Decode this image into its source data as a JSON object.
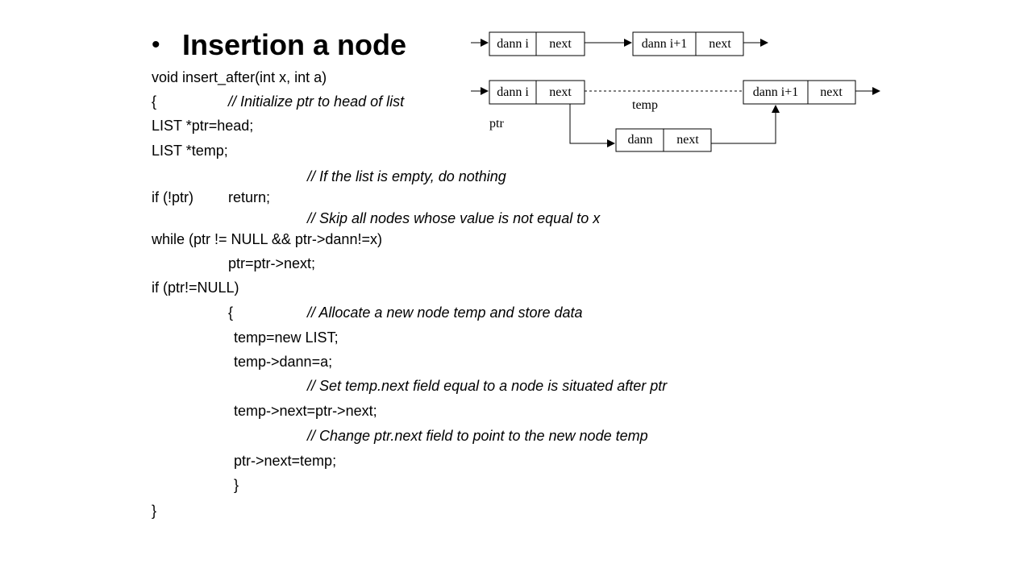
{
  "slide": {
    "bullet": "•",
    "title": "Insertion a node"
  },
  "code": [
    {
      "code": "void insert_after(int x, int a)",
      "comment": ""
    },
    {
      "code": "{",
      "comment": "// Initialize ptr to head of list"
    },
    {
      "code": "LIST *ptr=head;",
      "comment": ""
    },
    {
      "code": "LIST *temp;",
      "comment": ""
    },
    {
      "code": "",
      "comment": "// If the list is empty, do nothing"
    },
    {
      "code": "if (!ptr)",
      "code2": "return;",
      "comment": ""
    },
    {
      "code": "",
      "comment": "// Skip all nodes whose value is not equal to x"
    },
    {
      "code": "while (ptr != NULL && ptr->dann!=x)",
      "comment": ""
    },
    {
      "code": "ptr=ptr->next;",
      "comment": ""
    },
    {
      "code": "if (ptr!=NULL)",
      "comment": ""
    },
    {
      "code": "{",
      "comment": "// Allocate a new node temp and store data"
    },
    {
      "code": "temp=new LIST;",
      "comment": ""
    },
    {
      "code": "temp->dann=a;",
      "comment": ""
    },
    {
      "code": "",
      "comment": "// Set temp.next field equal to a node is situated after ptr"
    },
    {
      "code": "temp->next=ptr->next;",
      "comment": ""
    },
    {
      "code": "",
      "comment": "// Change ptr.next field to point to the new node temp"
    },
    {
      "code": "ptr->next=temp;",
      "comment": ""
    },
    {
      "code": "}",
      "comment": ""
    },
    {
      "code": "}",
      "comment": ""
    }
  ],
  "diagram": {
    "top_row": {
      "node1": {
        "data": "dann i",
        "next": "next"
      },
      "node2": {
        "data": "dann i+1",
        "next": "next"
      }
    },
    "bottom_row": {
      "node1": {
        "data": "dann i",
        "next": "next"
      },
      "node2": {
        "data": "dann i+1",
        "next": "next"
      },
      "new_node": {
        "data": "dann",
        "next": "next"
      },
      "label_temp": "temp",
      "label_ptr": "ptr"
    }
  }
}
